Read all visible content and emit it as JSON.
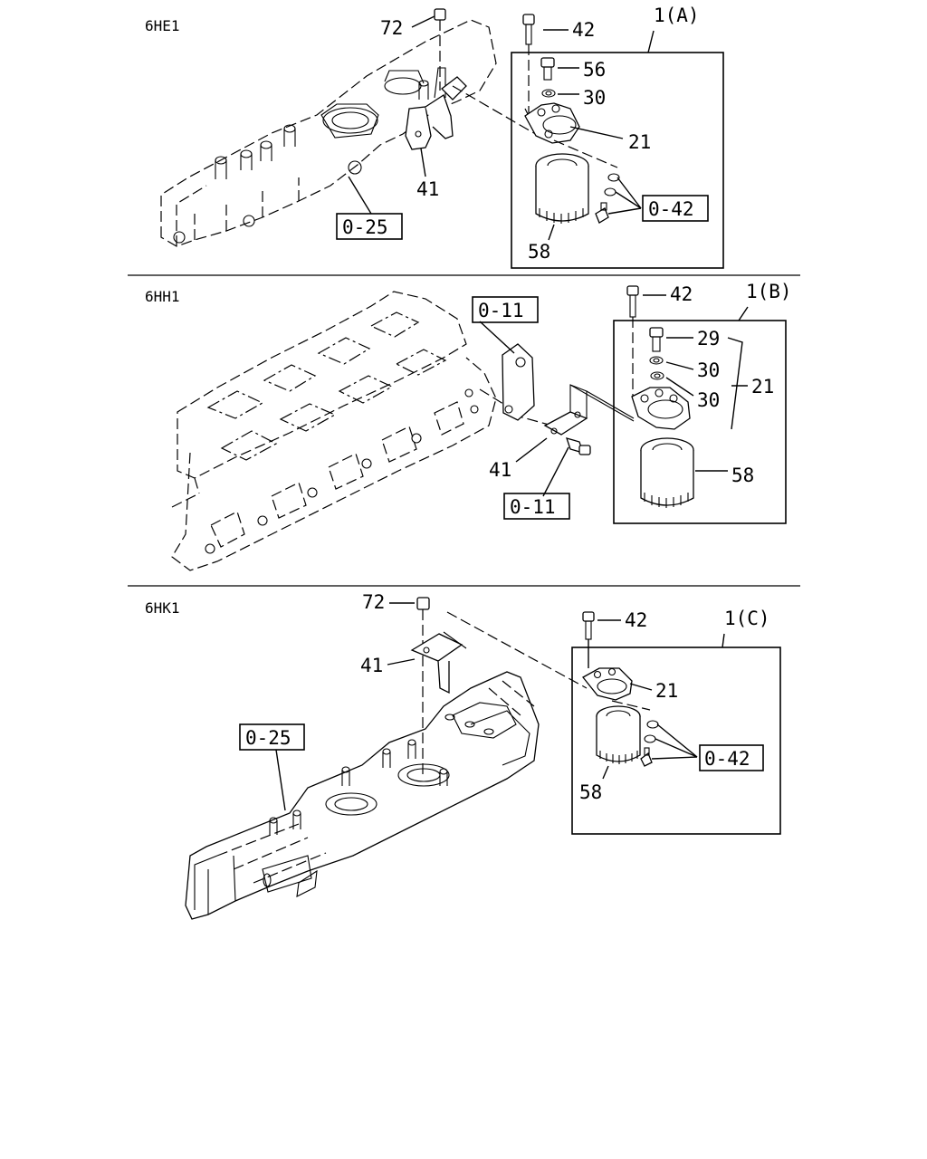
{
  "sections": [
    {
      "engine": "6HE1",
      "assembly": "1(A)",
      "callouts": [
        "72",
        "42",
        "56",
        "30",
        "21",
        "41",
        "58"
      ],
      "refs": [
        "0-25",
        "0-42"
      ]
    },
    {
      "engine": "6HH1",
      "assembly": "1(B)",
      "callouts": [
        "42",
        "29",
        "30",
        "30",
        "21",
        "41",
        "58"
      ],
      "refs": [
        "0-11",
        "0-11"
      ]
    },
    {
      "engine": "6HK1",
      "assembly": "1(C)",
      "callouts": [
        "72",
        "42",
        "41",
        "21",
        "58"
      ],
      "refs": [
        "0-25",
        "0-42"
      ]
    }
  ]
}
